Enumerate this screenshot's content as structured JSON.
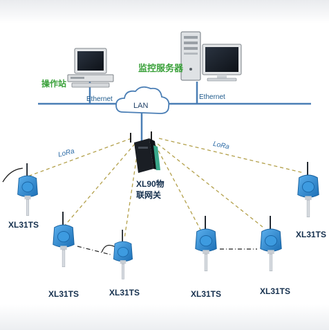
{
  "labels": {
    "workstation": "操作站",
    "monitor_server": "监控服务器",
    "lan": "LAN",
    "ethernet_left": "Ethernet",
    "ethernet_right": "Ethernet",
    "lora_left": "LoRa",
    "lora_right": "LoRa",
    "gateway_line1": "XL90物",
    "gateway_line2": "联网关"
  },
  "sensors": [
    {
      "label": "XL31TS"
    },
    {
      "label": "XL31TS"
    },
    {
      "label": "XL31TS"
    },
    {
      "label": "XL31TS"
    },
    {
      "label": "XL31TS"
    },
    {
      "label": "XL31TS"
    }
  ],
  "colors": {
    "network_line": "#4a7eb5",
    "lora_link": "#b3a04a",
    "sensor_body": "#2e86cf",
    "green_text": "#3aa13a",
    "gateway": "#1a1e24"
  },
  "icons": [
    "computer-icon",
    "server-icon",
    "cloud-icon",
    "gateway-icon",
    "sensor-icon"
  ]
}
